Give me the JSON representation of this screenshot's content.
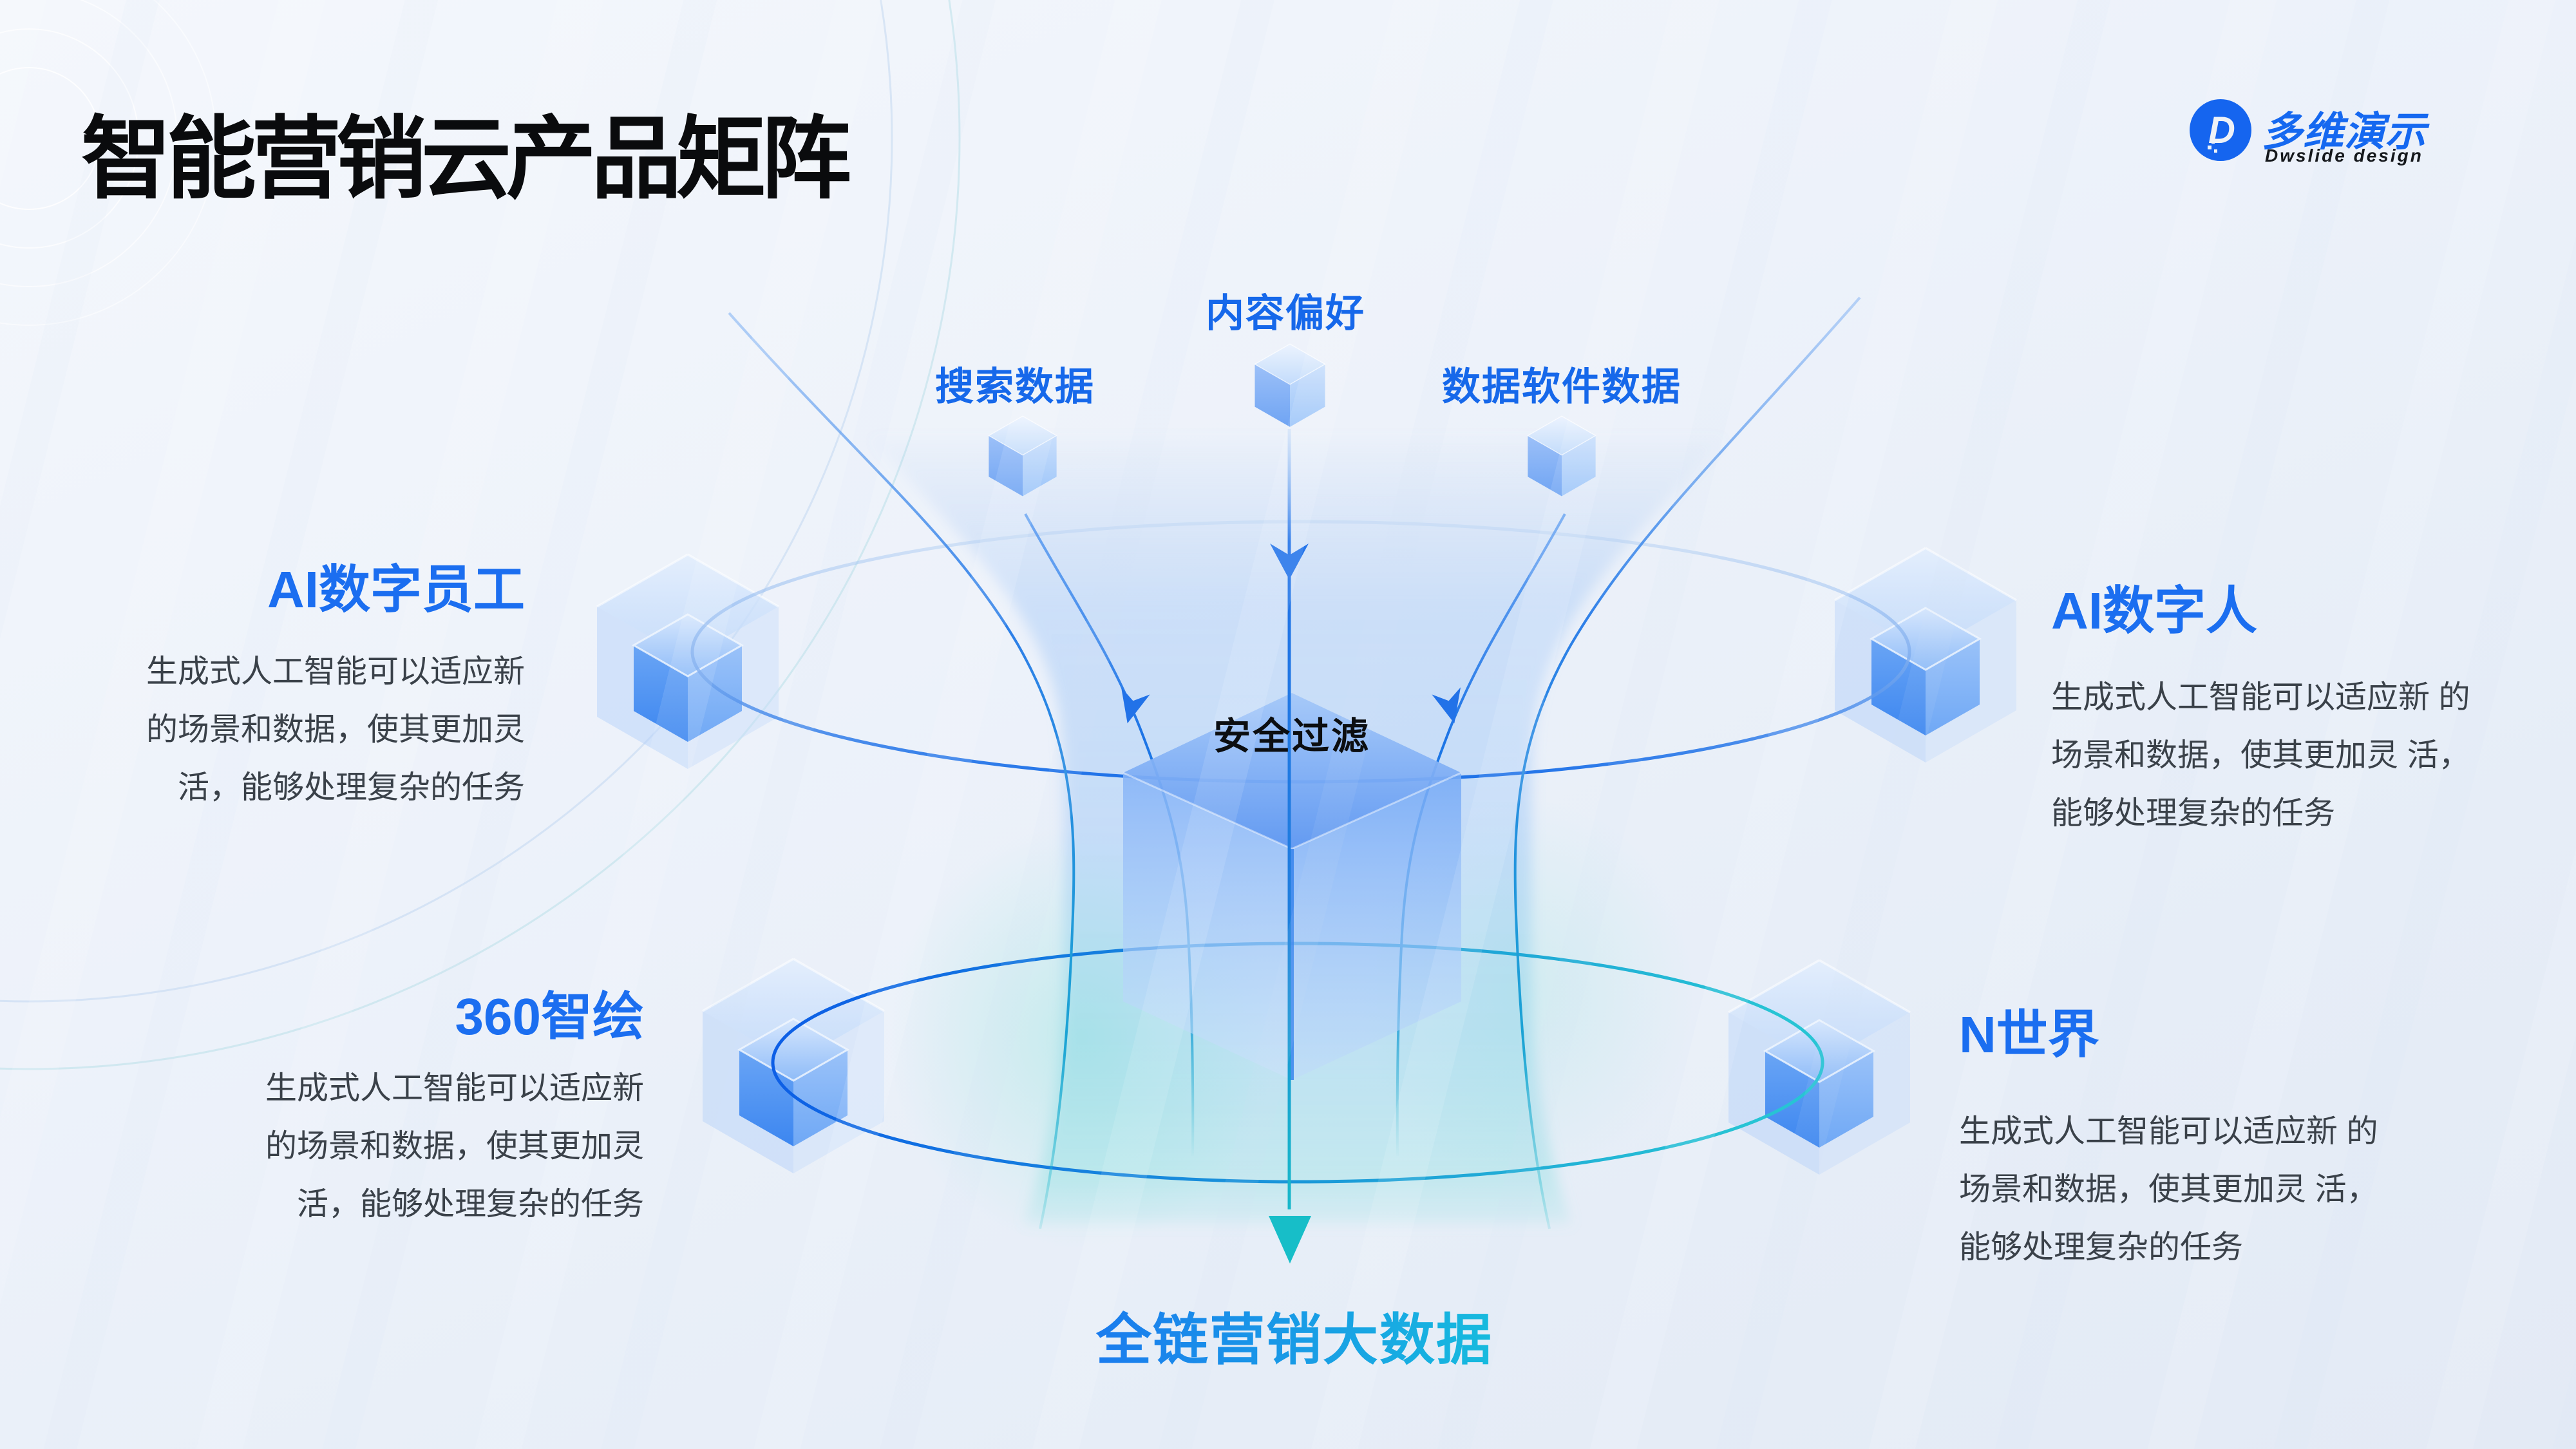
{
  "slide": {
    "title": "智能营销云产品矩阵"
  },
  "logo": {
    "brand": "多维演示",
    "subtitle": "Dwslide design",
    "monogram": "D"
  },
  "data_sources": [
    {
      "label": "搜索数据"
    },
    {
      "label": "内容偏好"
    },
    {
      "label": "数据软件数据"
    }
  ],
  "funnel": {
    "filter_label": "安全过滤",
    "output_label": "全链营销大数据"
  },
  "products": [
    {
      "name": "AI数字员工",
      "desc_lines": [
        "生成式人工智能可以适应新",
        "的场景和数据，使其更加灵",
        "活，能够处理复杂的任务"
      ]
    },
    {
      "name": "AI数字人",
      "desc_lines": [
        "生成式人工智能可以适应新 的",
        "场景和数据，使其更加灵 活，",
        "能够处理复杂的任务"
      ]
    },
    {
      "name": "360智绘",
      "desc_lines": [
        "生成式人工智能可以适应新",
        "的场景和数据，使其更加灵",
        "活，能够处理复杂的任务"
      ]
    },
    {
      "name": "N世界",
      "desc_lines": [
        "生成式人工智能可以适应新 的",
        "场景和数据，使其更加灵 活，",
        "能够处理复杂的任务"
      ]
    }
  ],
  "colors": {
    "heading_blue": "#1b6ef0",
    "label_blue": "#1668ea",
    "body_text": "#3a4149",
    "title_text": "#0a0b0d",
    "teal_accent": "#17bec8",
    "output_gradient_start": "#1b74f0",
    "output_gradient_end": "#16c2dc",
    "logo_blue": "#1568f0"
  }
}
